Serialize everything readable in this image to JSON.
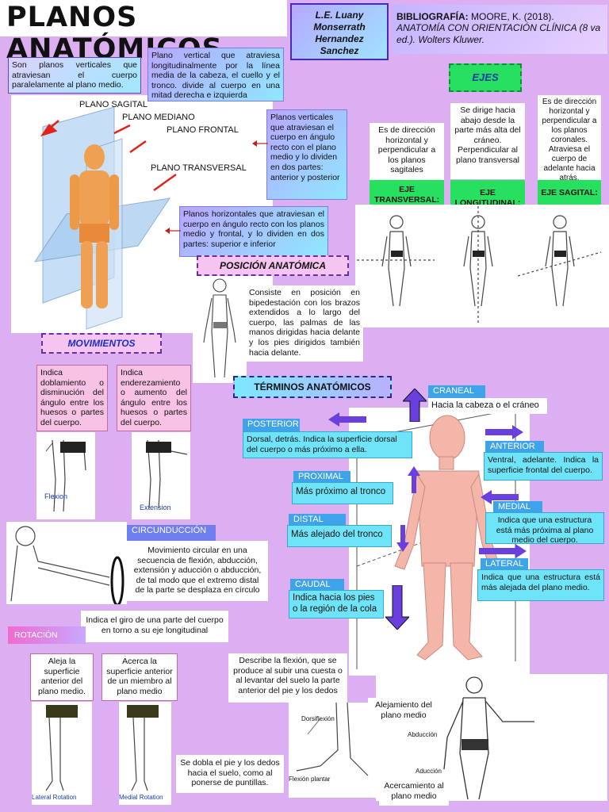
{
  "header": {
    "title": "PLANOS ANATÓMICOS",
    "author": "L.E. Luany Monserrath Hernandez Sanchez",
    "biblio_label": "BIBLIOGRAFÍA:",
    "biblio_author": "MOORE, K. (2018).",
    "biblio_book": "ANATOMÍA CON ORIENTACIÓN CLÍNICA (8 va ed.). Wolters Kluwer."
  },
  "planes": {
    "sagittal_def": "Son planos verticales que atraviesan el cuerpo paralelamente al plano medio.",
    "median_def": "Plano vertical que atraviesa longitudinalmente por la línea media de la cabeza, el cuello y el tronco. divide al cuerpo en una mitad derecha e izquierda",
    "frontal_def": "Planos verticales que atraviesan el cuerpo en ángulo recto con el plano medio y lo dividen en dos partes: anterior y posterior",
    "transverse_def": "Planos horizontales que atraviesan el cuerpo en ángulo recto con los planos medio y frontal, y lo dividen en dos partes: superior e inferior",
    "labels": [
      "PLANO SAGITAL",
      "PLANO MEDIANO",
      "PLANO FRONTAL",
      "PLANO TRANSVERSAL"
    ]
  },
  "axes": {
    "title": "EJES",
    "transverse_desc": "Es de dirección horizontal y perpendicular a los planos sagitales",
    "transverse_label": "EJE TRANSVERSAL:",
    "longitudinal_desc": "Se dirige hacia abajo desde la parte más alta del cráneo. Perpendicular al plano transversal",
    "longitudinal_label": "EJE LONGITUDINAL:",
    "sagittal_desc": "Es de dirección horizontal y perpendicular a los planos coronales. Atraviesa el cuerpo de adelante hacia atrás.",
    "sagittal_label": "EJE SAGITAL:"
  },
  "anatomical_position": {
    "title": "POSICIÓN ANATÓMICA",
    "desc": "Consiste en posición en bipedestación con los brazos extendidos a lo largo del cuerpo, las palmas de las manos dirigidas hacia delante y los pies dirigidos también hacia delante."
  },
  "movements": {
    "title": "MOVIMIENTOS",
    "flexion_desc": "Indica doblamiento o disminución del ángulo entre los huesos o partes del cuerpo.",
    "extension_desc": "Indica enderezamiento o aumento del ángulo entre los huesos o partes del cuerpo.",
    "flexion_caption": "Flexion",
    "extension_caption": "Extension",
    "circumduction_title": "CIRCUNDUCCIÓN",
    "circumduction_desc": "Movimiento circular en una secuencia de flexión, abducción, extensión y aducción o abducción, de tal modo que el extremo distal de la parte se desplaza en círculo",
    "rotation_title": "ROTACIÓN",
    "rotation_desc": "Indica el giro de una parte del cuerpo en torno a su eje longitudinal",
    "lateral_rot_desc": "Aleja la superficie anterior del plano medio.",
    "medial_rot_desc": "Acerca la superficie anterior de un miembro al plano medio",
    "lateral_rot_caption": "Lateral Rotation",
    "medial_rot_caption": "Medial Rotation",
    "dorsiflexion_desc": "Describe la flexión, que se produce al subir una cuesta o al levantar del suelo la parte anterior del pie y los dedos",
    "plantarflexion_desc": "Se dobla el pie y los dedos hacia el suelo, como al ponerse de puntillas.",
    "dorsiflexion_caption": "Dorsiflexión",
    "plantarflexion_caption": "Flexión plantar",
    "abduction_desc": "Alejamiento del plano medio",
    "adduction_desc": "Acercamiento al plano medio",
    "abduction_caption": "Abducción",
    "adduction_caption": "Aducción"
  },
  "terms": {
    "title": "TÉRMINOS ANATÓMICOS",
    "craneal_label": "CRANEAL",
    "craneal_desc": "Hacia la cabeza o el cráneo",
    "posterior_label": "POSTERIOR",
    "posterior_desc": "Dorsal, detrás. Indica la superficie dorsal del cuerpo o más próximo a ella.",
    "anterior_label": "ANTERIOR",
    "anterior_desc": "Ventral, adelante. Indica la superficie frontal del cuerpo.",
    "proximal_label": "PROXIMAL",
    "proximal_desc": "Más próximo al tronco",
    "distal_label": "DISTAL",
    "distal_desc": "Más alejado del tronco",
    "medial_label": "MEDIAL",
    "medial_desc": "Indica que una estructura está más próxima al plano medio del cuerpo.",
    "lateral_label": "LATERAL",
    "lateral_desc": "Indica que una estructura está más alejada del plano medio.",
    "caudal_label": "CAUDAL",
    "caudal_desc": "Indica hacia los pies o la región de la cola"
  },
  "colors": {
    "background": "#dcaef2",
    "green": "#27e060",
    "blue_tab": "#3fa3ea",
    "cyan": "#6fe4f8",
    "arrow": "#6a3fe0"
  }
}
